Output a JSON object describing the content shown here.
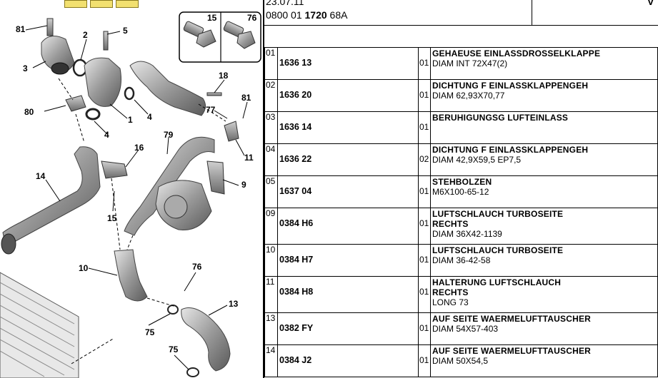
{
  "header": {
    "date": "23.07.11",
    "ref_prefix": "0800 01 ",
    "ref_bold": "1720",
    "ref_suffix": " 68A",
    "right_mark": "V"
  },
  "toolbar": {
    "icons": [
      "zoom-in-icon",
      "zoom-out-icon",
      "zoom-fit-icon"
    ],
    "accent": "#f2e070"
  },
  "diagram": {
    "callouts": [
      "81",
      "2",
      "5",
      "3",
      "80",
      "4",
      "1",
      "4",
      "18",
      "81",
      "77",
      "11",
      "79",
      "16",
      "14",
      "9",
      "15",
      "10",
      "76",
      "13",
      "75",
      "75"
    ],
    "inset_labels": [
      "15",
      "76"
    ]
  },
  "parts": [
    {
      "idx": "01",
      "ref": "1636 13",
      "qty": "01",
      "desc": [
        "GEHAEUSE EINLASSDROSSELKLAPPE",
        "DIAM INT 72X47(2)"
      ]
    },
    {
      "idx": "02",
      "ref": "1636 20",
      "qty": "01",
      "desc": [
        "DICHTUNG F EINLASSKLAPPENGEH",
        "DIAM 62,93X70,77"
      ]
    },
    {
      "idx": "03",
      "ref": "1636 14",
      "qty": "01",
      "desc": [
        "BERUHIGUNGSG LUFTEINLASS"
      ]
    },
    {
      "idx": "04",
      "ref": "1636 22",
      "qty": "02",
      "desc": [
        "DICHTUNG F EINLASSKLAPPENGEH",
        "DIAM 42,9X59,5 EP7,5"
      ]
    },
    {
      "idx": "05",
      "ref": "1637 04",
      "qty": "01",
      "desc": [
        "STEHBOLZEN",
        "M6X100-65-12"
      ]
    },
    {
      "idx": "09",
      "ref": "0384 H6",
      "qty": "01",
      "desc": [
        "LUFTSCHLAUCH TURBOSEITE",
        "RECHTS",
        "DIAM 36X42-1139"
      ]
    },
    {
      "idx": "10",
      "ref": "0384 H7",
      "qty": "01",
      "desc": [
        "LUFTSCHLAUCH TURBOSEITE",
        "DIAM 36-42-58"
      ]
    },
    {
      "idx": "11",
      "ref": "0384 H8",
      "qty": "01",
      "desc": [
        "HALTERUNG LUFTSCHLAUCH",
        "RECHTS",
        "LONG 73"
      ]
    },
    {
      "idx": "13",
      "ref": "0382 FY",
      "qty": "01",
      "desc": [
        "AUF SEITE WAERMELUFTTAUSCHER",
        "DIAM 54X57-403"
      ]
    },
    {
      "idx": "14",
      "ref": "0384 J2",
      "qty": "01",
      "desc": [
        "AUF SEITE WAERMELUFTTAUSCHER",
        "DIAM 50X54,5"
      ]
    }
  ]
}
